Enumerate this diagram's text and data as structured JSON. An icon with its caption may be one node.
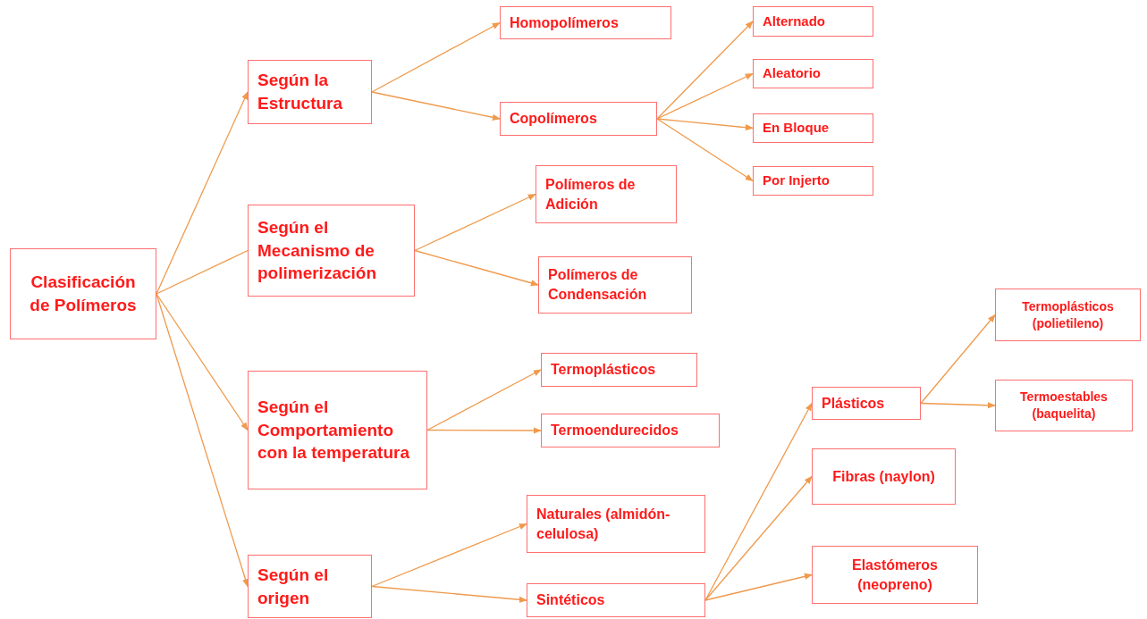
{
  "diagram": {
    "nodes": [
      {
        "text": [
          "Clasificación de Polímeros"
        ]
      },
      {
        "text": [
          "Según la Estructura"
        ]
      },
      {
        "text": [
          "Homopolímeros"
        ]
      },
      {
        "text": [
          "Copolímeros"
        ]
      },
      {
        "text": [
          "Alternado"
        ]
      },
      {
        "text": [
          "Aleatorio"
        ]
      },
      {
        "text": [
          "En Bloque"
        ]
      },
      {
        "text": [
          "Por Injerto"
        ]
      },
      {
        "text": [
          "Según el Mecanismo de polimerización"
        ]
      },
      {
        "text": [
          "Polímeros de Adición"
        ]
      },
      {
        "text": [
          "Polímeros de Condensación"
        ]
      },
      {
        "text": [
          "Según el Comportamiento con la temperatura"
        ]
      },
      {
        "text": [
          "Termoplásticos"
        ]
      },
      {
        "text": [
          "Termoendurecidos"
        ]
      },
      {
        "text": [
          "Según el origen"
        ]
      },
      {
        "text": [
          "Naturales (almidón-celulosa)"
        ]
      },
      {
        "text": [
          "Sintéticos"
        ]
      },
      {
        "text": [
          "Plásticos"
        ]
      },
      {
        "text": [
          "Fibras (naylon)"
        ]
      },
      {
        "text": [
          "Elastómeros (neopreno)"
        ]
      },
      {
        "text": [
          "Termoplásticos (polietileno)"
        ]
      },
      {
        "text": [
          "Termoestables (baquelita)"
        ]
      }
    ],
    "edges": [
      {
        "from": 0,
        "to": 1,
        "arrow": "to"
      },
      {
        "from": 0,
        "to": 8,
        "arrow": "none"
      },
      {
        "from": 0,
        "to": 11,
        "arrow": "to"
      },
      {
        "from": 0,
        "to": 14,
        "arrow": "to"
      },
      {
        "from": 1,
        "to": 2,
        "arrow": "to"
      },
      {
        "from": 1,
        "to": 3,
        "arrow": "to"
      },
      {
        "from": 3,
        "to": 4,
        "arrow": "to"
      },
      {
        "from": 3,
        "to": 5,
        "arrow": "to"
      },
      {
        "from": 3,
        "to": 6,
        "arrow": "to"
      },
      {
        "from": 3,
        "to": 7,
        "arrow": "to"
      },
      {
        "from": 8,
        "to": 9,
        "arrow": "to"
      },
      {
        "from": 8,
        "to": 10,
        "arrow": "to"
      },
      {
        "from": 11,
        "to": 12,
        "arrow": "to"
      },
      {
        "from": 11,
        "to": 13,
        "arrow": "to"
      },
      {
        "from": 14,
        "to": 15,
        "arrow": "to"
      },
      {
        "from": 14,
        "to": 16,
        "arrow": "to"
      },
      {
        "from": 16,
        "to": 17,
        "arrow": "to"
      },
      {
        "from": 16,
        "to": 18,
        "arrow": "to"
      },
      {
        "from": 16,
        "to": 19,
        "arrow": "to"
      },
      {
        "from": 17,
        "to": 20,
        "arrow": "to"
      },
      {
        "from": 17,
        "to": 21,
        "arrow": "to"
      }
    ]
  }
}
